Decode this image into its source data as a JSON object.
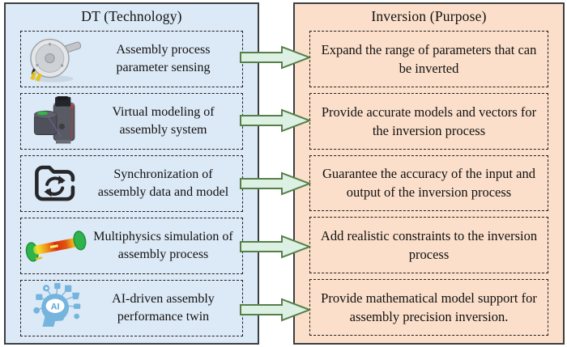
{
  "left_panel": {
    "title": "DT (Technology)",
    "bg_color": "#dce9f6",
    "items": [
      {
        "label": "Assembly process parameter sensing",
        "icon": "rotary-encoder-photo-icon"
      },
      {
        "label": "Virtual modeling of assembly system",
        "icon": "cad-assembly-model-icon"
      },
      {
        "label": "Synchronization of assembly data and model",
        "icon": "folder-sync-icon"
      },
      {
        "label": "Multiphysics simulation of assembly process",
        "icon": "fea-shaft-simulation-icon"
      },
      {
        "label": "AI-driven assembly performance twin",
        "icon": "ai-brain-head-icon"
      }
    ]
  },
  "right_panel": {
    "title": "Inversion (Purpose)",
    "bg_color": "#fbdfca",
    "items": [
      {
        "label": "Expand the range of parameters that can be inverted"
      },
      {
        "label": "Provide accurate models and vectors for the inversion process"
      },
      {
        "label": "Guarantee the accuracy of the input and output of the inversion process"
      },
      {
        "label": "Add realistic constraints to the inversion process"
      },
      {
        "label": "Provide mathematical model support for assembly precision inversion."
      }
    ]
  },
  "arrow": {
    "fill_color": "#ddf0e4",
    "stroke_color": "#567f48",
    "direction": "right"
  },
  "border_colors": {
    "panel_border": "#3d3f42",
    "dashed_box_border": "#1f1f1f"
  },
  "ai_icon_text": "AI"
}
